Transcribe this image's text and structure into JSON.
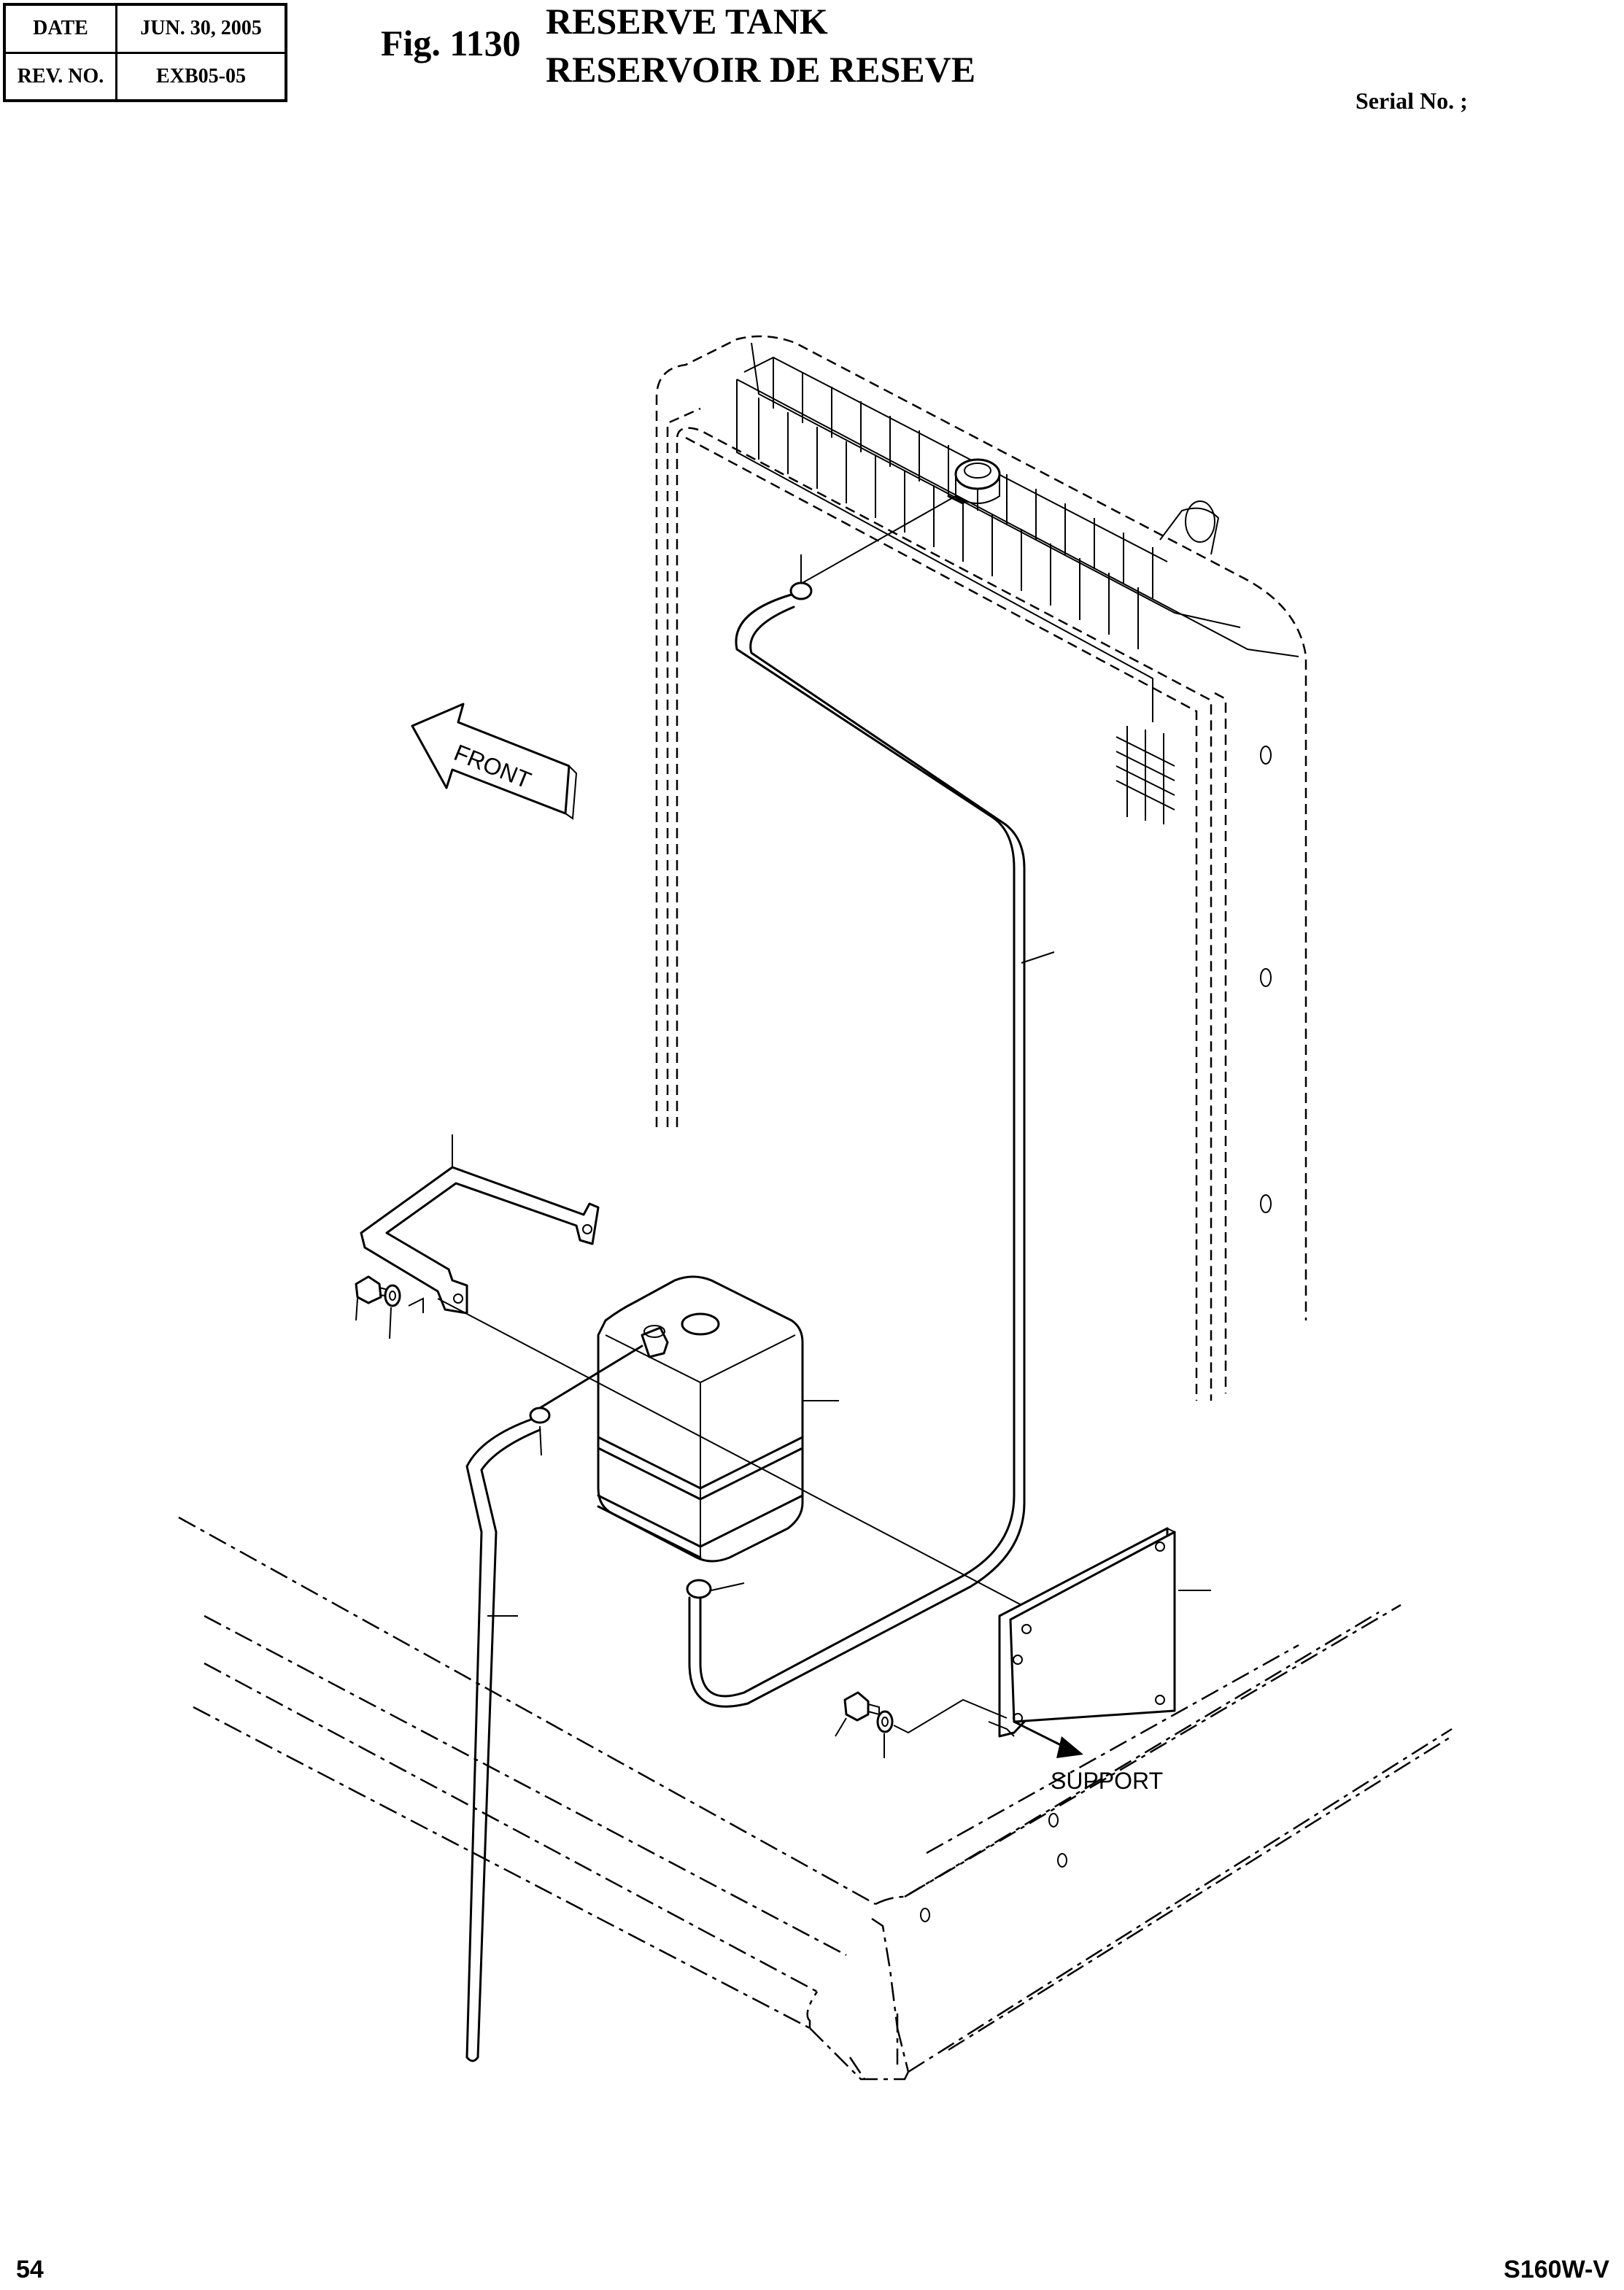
{
  "header": {
    "date_label": "DATE",
    "date_value": "JUN. 30, 2005",
    "rev_label": "REV. NO.",
    "rev_value": "EXB05-05"
  },
  "figure": {
    "number": "Fig. 1130",
    "title_en": "RESERVE TANK",
    "title_fr": "RESERVOIR DE RESEVE",
    "serial": "Serial No. ;"
  },
  "diagram": {
    "labels": {
      "front": "FRONT",
      "support": "SUPPORT"
    }
  },
  "footer": {
    "page": "54",
    "model": "S160W-V"
  }
}
